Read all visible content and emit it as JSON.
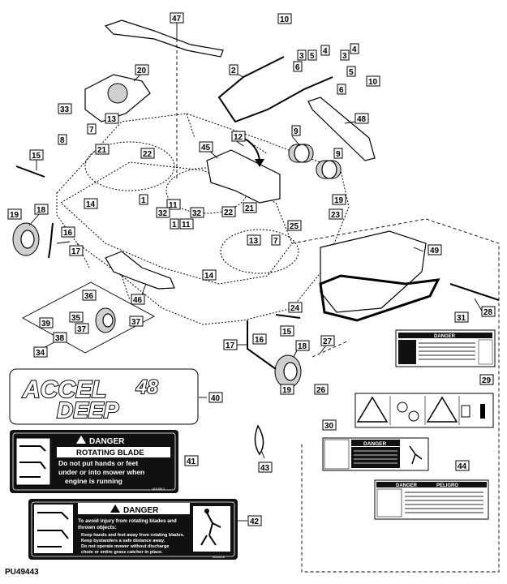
{
  "figure_code": "PU49443",
  "decal_logo": {
    "line1": "ACCEL",
    "line2": "DEEP",
    "number": "48"
  },
  "danger_decal_41": {
    "header": "DANGER",
    "title": "ROTATING BLADE",
    "line1": "Do not put hands or feet",
    "line2": "under or into mower when",
    "line3": "engine is running",
    "part_code": "M118613"
  },
  "danger_decal_42": {
    "header": "DANGER",
    "line1": "To avoid injury from rotating blades and",
    "line2": "thrown objects:",
    "line3": "Keep hands and feet away from rotating blades.",
    "line4": "Keep bystanders a safe distance away.",
    "line5": "Do not operate mower without discharge",
    "line6": "chute or entire grass catcher in place.",
    "part_code": "M118126"
  },
  "danger_decal_31": {
    "header": "DANGER"
  },
  "danger_decal_30": {
    "header": "DANGER"
  },
  "danger_decal_44": {
    "header": "DANGER",
    "header2": "PELIGRO"
  },
  "callouts": [
    "1",
    "2",
    "3",
    "4",
    "5",
    "6",
    "7",
    "8",
    "9",
    "10",
    "11",
    "12",
    "13",
    "14",
    "15",
    "16",
    "17",
    "18",
    "19",
    "20",
    "21",
    "22",
    "23",
    "24",
    "25",
    "26",
    "27",
    "28",
    "29",
    "30",
    "31",
    "32",
    "33",
    "34",
    "35",
    "36",
    "37",
    "38",
    "39",
    "40",
    "41",
    "42",
    "43",
    "44",
    "45",
    "46",
    "47",
    "48",
    "49"
  ]
}
